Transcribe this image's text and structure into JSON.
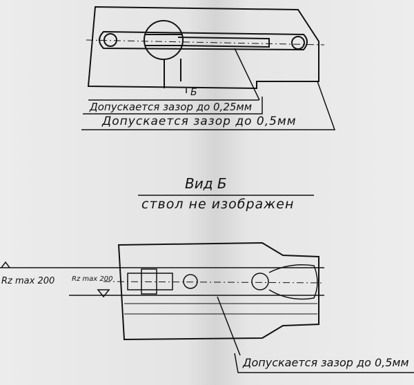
{
  "top_view": {
    "section_mark": "Б",
    "tolerance_1": "Допускается зазор до 0,25мм",
    "tolerance_2": "Допускается зазор до 0,5мм"
  },
  "view_b": {
    "title": "Вид Б",
    "subtitle": "ствол не изображен"
  },
  "bottom_view": {
    "roughness_left": "Rz max 200",
    "roughness_inner": "Rz max 200",
    "tolerance": "Допускается зазор до 0,5мм"
  }
}
